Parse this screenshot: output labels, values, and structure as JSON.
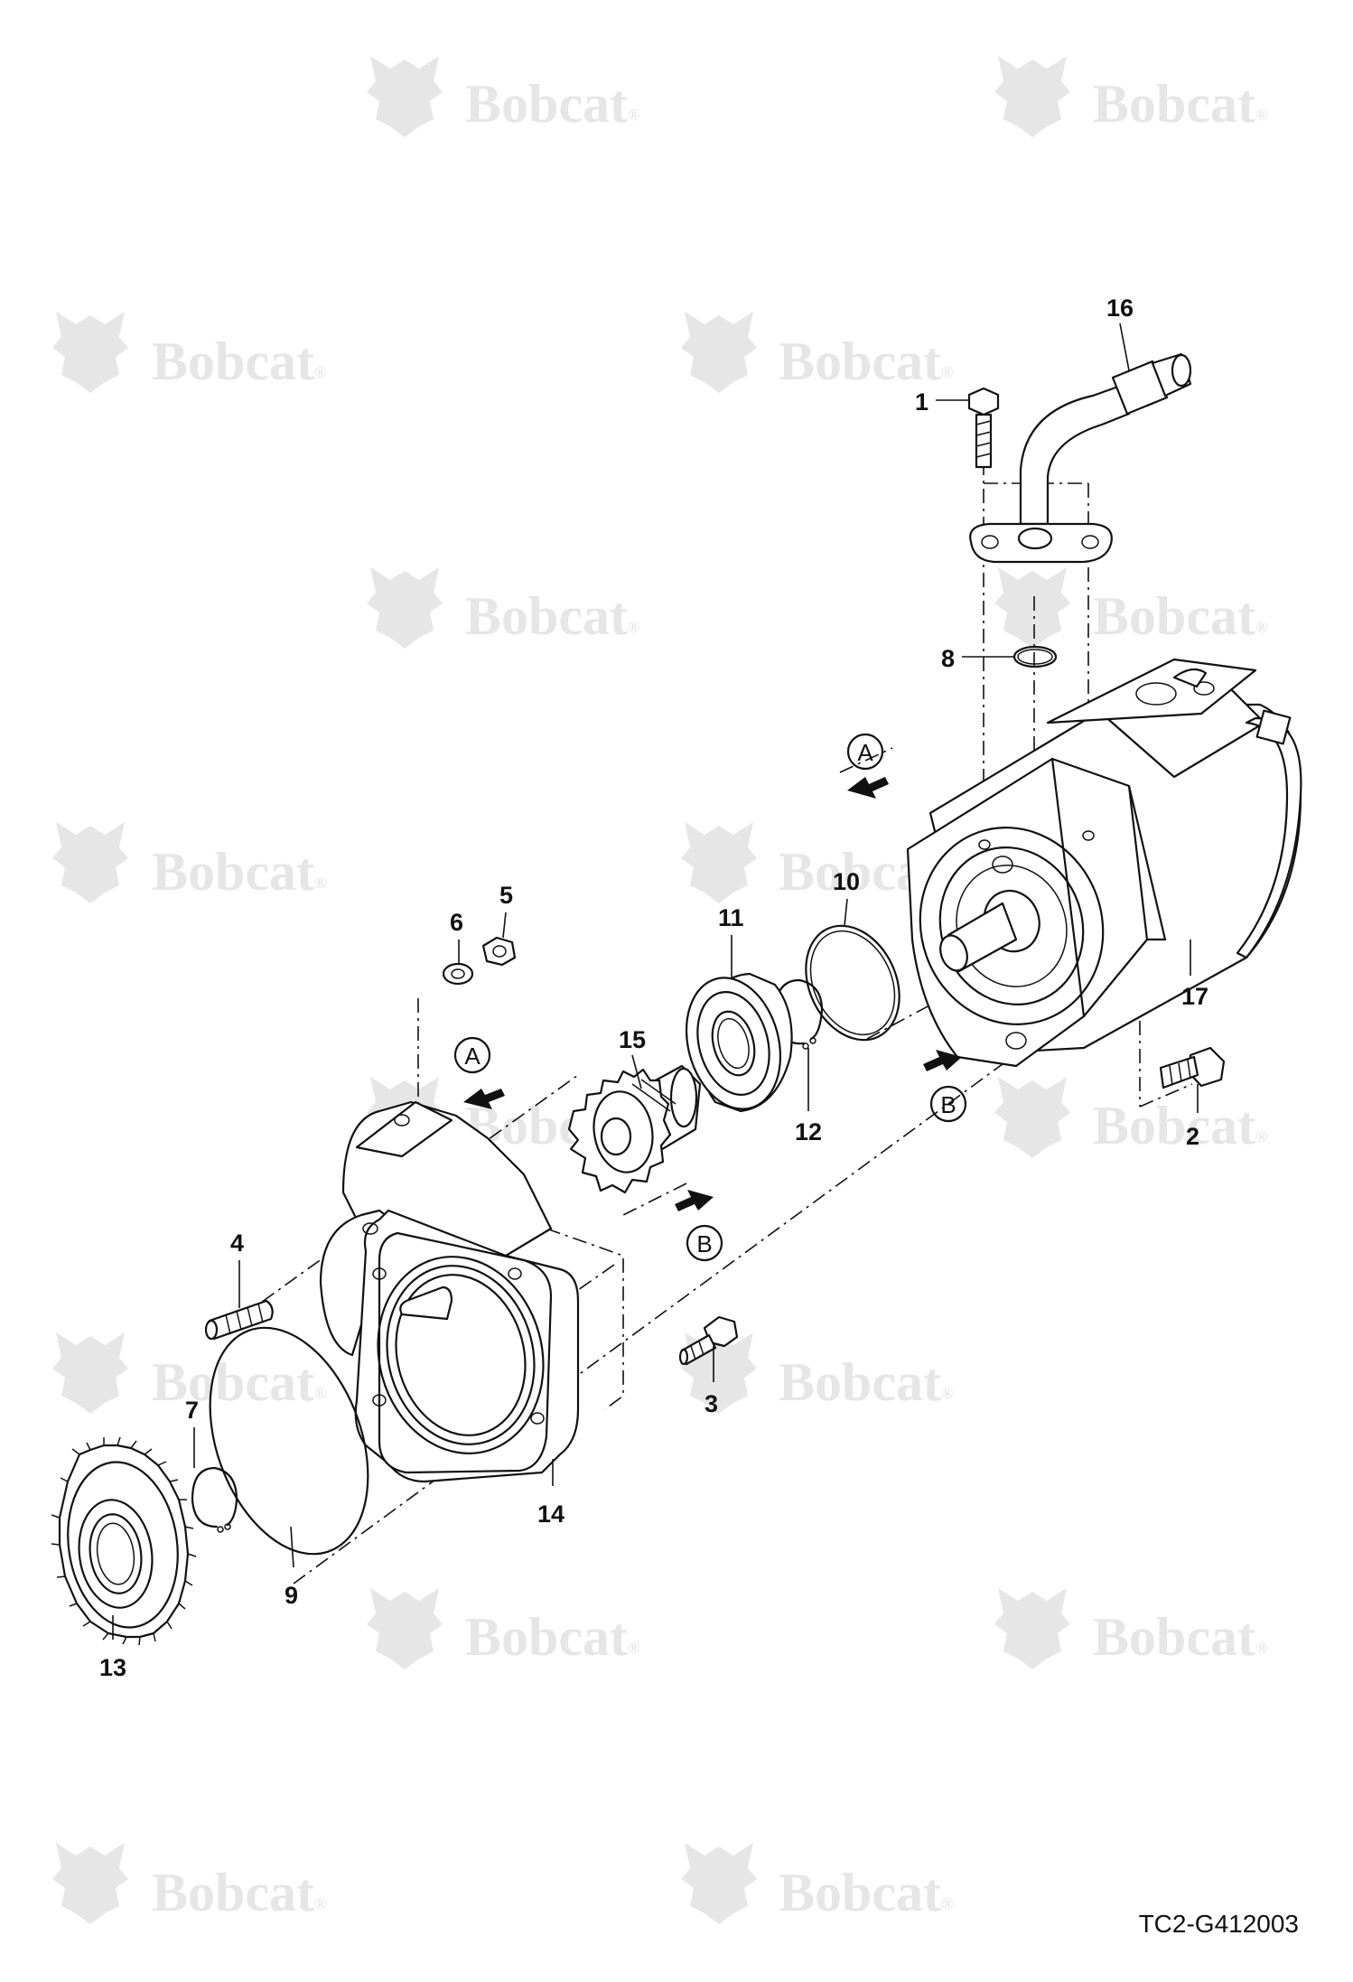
{
  "watermark": {
    "brand_text": "Bobcat",
    "registered_mark": "®"
  },
  "callouts": [
    "1",
    "2",
    "3",
    "4",
    "5",
    "6",
    "7",
    "8",
    "9",
    "10",
    "11",
    "12",
    "13",
    "14",
    "15",
    "16",
    "17"
  ],
  "view_markers": [
    "A",
    "B"
  ],
  "figure_code": "TC2-G412003"
}
